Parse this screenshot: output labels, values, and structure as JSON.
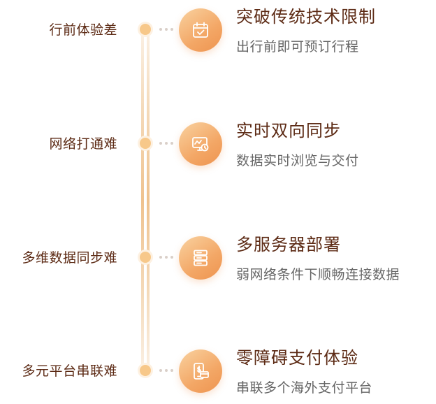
{
  "rows": [
    {
      "problem": "行前体验差",
      "title": "突破传统技术限制",
      "subtitle": "出行前即可预订行程",
      "icon": "calendar-check-icon"
    },
    {
      "problem": "网络打通难",
      "title": "实时双向同步",
      "subtitle": "数据实时浏览与交付",
      "icon": "monitor-sync-icon"
    },
    {
      "problem": "多维数据同步难",
      "title": "多服务器部署",
      "subtitle": "弱网络条件下顺畅连接数据",
      "icon": "server-stack-icon"
    },
    {
      "problem": "多元平台串联难",
      "title": "零障碍支付体验",
      "subtitle": "串联多个海外支付平台",
      "icon": "mobile-payment-icon"
    }
  ]
}
